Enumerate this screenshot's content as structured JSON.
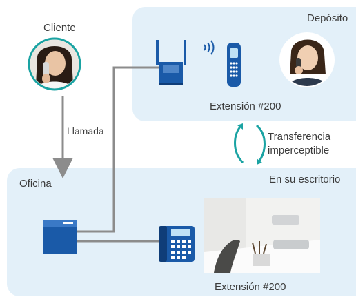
{
  "labels": {
    "client": "Cliente",
    "call": "Llamada",
    "deposit": "Depósito",
    "extension_top": "Extensión #200",
    "transfer_line1": "Transferencia",
    "transfer_line2": "imperceptible",
    "office": "Oficina",
    "at_desk": "En su escritorio",
    "extension_bottom": "Extensión #200"
  },
  "icons": {
    "client_avatar": "woman-on-phone-avatar",
    "base_station": "wireless-base-station-icon",
    "signal": "wireless-signal-icon",
    "cordless_handset": "cordless-handset-icon",
    "worker_avatar": "woman-on-mobile-avatar",
    "transfer": "circular-transfer-arrows-icon",
    "pbx": "pbx-unit-icon",
    "desk_phone": "desk-phone-icon",
    "office_photo": "office-desk-photo"
  },
  "colors": {
    "zone_fill": "#e3f0f9",
    "device_blue": "#1a5aa8",
    "teal_accent": "#1aa3a3",
    "connector_gray": "#8c8c8c"
  }
}
